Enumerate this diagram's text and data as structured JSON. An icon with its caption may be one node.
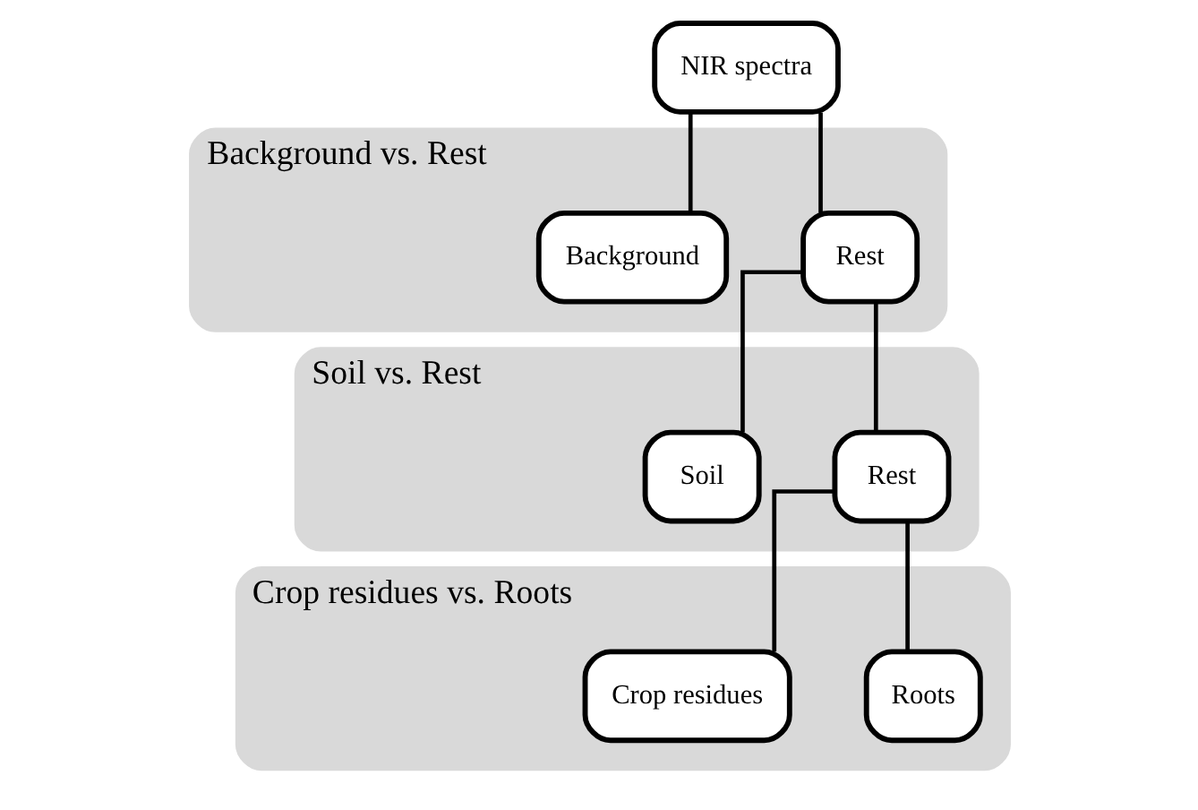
{
  "diagram": {
    "nodes": [
      {
        "text": [
          "NIR spectra"
        ]
      },
      {
        "text": [
          "Background vs. Rest"
        ]
      },
      {
        "text": [
          "Background"
        ],
        "in": 1
      },
      {
        "text": [
          "Rest"
        ],
        "in": 1
      },
      {
        "text": [
          "Soil vs. Rest"
        ]
      },
      {
        "text": [
          "Soil"
        ],
        "in": 4
      },
      {
        "text": [
          "Rest"
        ],
        "in": 4
      },
      {
        "text": [
          "Crop residues vs. Roots"
        ]
      },
      {
        "text": [
          "Crop residues"
        ],
        "in": 7
      },
      {
        "text": [
          "Roots"
        ],
        "in": 7
      }
    ],
    "edges": [
      {
        "from": 0,
        "to": 2,
        "arrow": "none"
      },
      {
        "from": 0,
        "to": 3,
        "arrow": "none"
      },
      {
        "from": 3,
        "to": 5,
        "arrow": "none"
      },
      {
        "from": 3,
        "to": 6,
        "arrow": "none"
      },
      {
        "from": 6,
        "to": 8,
        "arrow": "none"
      },
      {
        "from": 6,
        "to": 9,
        "arrow": "none"
      }
    ]
  }
}
